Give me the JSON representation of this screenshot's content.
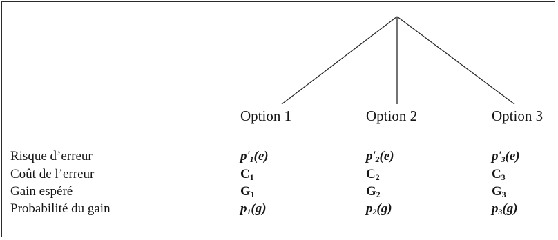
{
  "options": {
    "o1": "Option 1",
    "o2": "Option 2",
    "o3": "Option 3"
  },
  "rows": {
    "r1": "Risque d’erreur",
    "r2": "Coût de l’erreur",
    "r3": "Gain espéré",
    "r4": "Probabilité du gain"
  },
  "cells": {
    "risk": {
      "p": "p",
      "prime": "′",
      "arg": "(e)",
      "s1": "1",
      "s2": "2",
      "s3": "3"
    },
    "cost": {
      "sym": "C",
      "s1": "1",
      "s2": "2",
      "s3": "3"
    },
    "gain": {
      "sym": "G",
      "s1": "1",
      "s2": "2",
      "s3": "3"
    },
    "prob": {
      "p": "p",
      "arg": "(g)",
      "s1": "1",
      "s2": "2",
      "s3": "3"
    }
  },
  "colors": {
    "ink": "#161616",
    "frame": "#2b2b2b",
    "background": "#ffffff"
  }
}
